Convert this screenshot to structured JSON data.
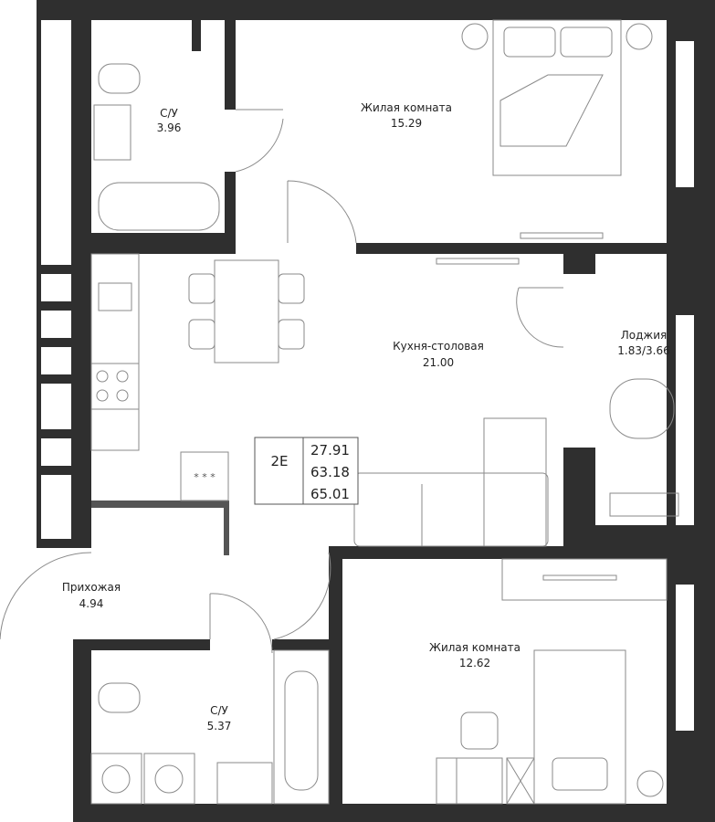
{
  "plan": {
    "apartment_type": "2E",
    "areas": [
      "27.91",
      "63.18",
      "65.01"
    ]
  },
  "rooms": [
    {
      "name": "С/У",
      "area": "3.96"
    },
    {
      "name": "Жилая комната",
      "area": "15.29"
    },
    {
      "name": "Кухня-столовая",
      "area": "21.00"
    },
    {
      "name": "Лоджия",
      "area": "1.83/3.66"
    },
    {
      "name": "Прихожая",
      "area": "4.94"
    },
    {
      "name": "С/У",
      "area": "5.37"
    },
    {
      "name": "Жилая комната",
      "area": "12.62"
    }
  ],
  "colors": {
    "wall": "#2f2f2f",
    "line": "#8a8a8a"
  }
}
